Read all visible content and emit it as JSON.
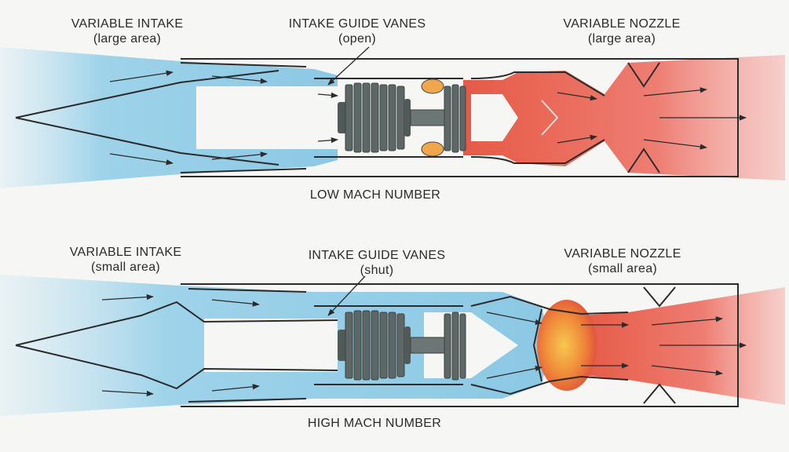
{
  "low": {
    "intake_title": "VARIABLE INTAKE",
    "intake_sub": "(large area)",
    "vanes_title": "INTAKE GUIDE VANES",
    "vanes_sub": "(open)",
    "nozzle_title": "VARIABLE NOZZLE",
    "nozzle_sub": "(large area)",
    "caption": "LOW MACH NUMBER"
  },
  "high": {
    "intake_title": "VARIABLE INTAKE",
    "intake_sub": "(small area)",
    "vanes_title": "INTAKE GUIDE VANES",
    "vanes_sub": "(shut)",
    "nozzle_title": "VARIABLE NOZZLE",
    "nozzle_sub": "(small area)",
    "caption": "HIGH MACH NUMBER"
  },
  "colors": {
    "cold_flow": "#8fcbe6",
    "hot_flow": "#e8553f",
    "exhaust": "#f08a80",
    "metal": "#5f6a68",
    "line": "#2b2b2b"
  }
}
